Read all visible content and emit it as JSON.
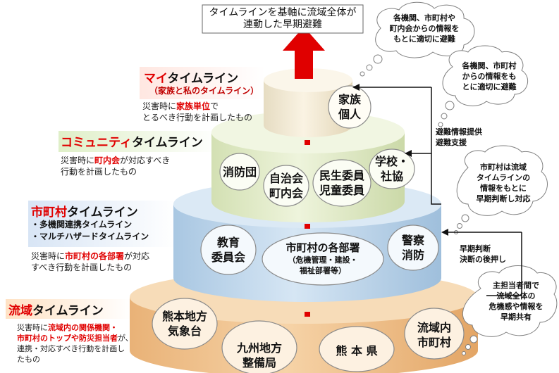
{
  "colors": {
    "red": "#e00000",
    "tier1": "#f3ead7",
    "tier2": "#e7efcf",
    "tier3": "#c6dcef",
    "tier4": "#f2c892",
    "oval_border": "#7a7a7a"
  },
  "top_banner": {
    "line1": "タイムラインを基軸に流域全体が",
    "line2": "連動した早期避難"
  },
  "clouds": {
    "top": {
      "l1": "各機関、市町村や",
      "l2": "町内会からの情報を",
      "l3": "もとに適切に避難"
    },
    "upper": {
      "l1": "各機関、市町村",
      "l2": "からの情報をも",
      "l3": "とに適切に避難"
    },
    "middle": {
      "l1": "市町村は流域",
      "l2": "タイムラインの",
      "l3": "情報をもとに",
      "l4": "早期判断し対応"
    },
    "bottom": {
      "l1": "主担当者間で",
      "l2": "流域全体の",
      "l3": "危機感や情報を",
      "l4": "早期共有"
    }
  },
  "arrow_notes": {
    "evac": {
      "l1": "避難情報提供",
      "l2": "避難支援"
    },
    "early": {
      "l1": "早期判断",
      "l2": "決断の後押し"
    }
  },
  "tiers": {
    "my": {
      "title_a": "マイ",
      "title_b": "タイムライン",
      "subtitle": "（家族と私のタイムライン）",
      "desc_a": "災害時に",
      "desc_hl": "家族単位",
      "desc_b": "で",
      "desc_l2": "とるべき行動を計画したもの",
      "oval": {
        "l1": "家族",
        "l2": "個人"
      }
    },
    "community": {
      "title_a": "コミュニティ",
      "title_b": "タイムライン",
      "desc_a": "災害時に",
      "desc_hl": "町内会",
      "desc_b": "が対応すべき",
      "desc_l2": "行動を計画したもの",
      "ovals": {
        "fire": "消防団",
        "jichi_1": "自治会",
        "jichi_2": "町内会",
        "minsei_1": "民生委員",
        "minsei_2": "児童委員",
        "school_1": "学校・",
        "school_2": "社協"
      }
    },
    "municipal": {
      "title_a": "市町村",
      "title_b": "タイムライン",
      "bullet1": "・多機関連携タイムライン",
      "bullet2": "・マルチハザードタイムライン",
      "desc_a": "災害時に",
      "desc_hl": "市町村の各部署",
      "desc_b": "が対応",
      "desc_l2": "すべき行動を計画したもの",
      "ovals": {
        "edu_1": "教育",
        "edu_2": "委員会",
        "dept_1": "市町村の各部署",
        "dept_2": "（危機管理・建設・",
        "dept_3": "福祉部署等）",
        "police_1": "警察",
        "police_2": "消防"
      }
    },
    "basin": {
      "title_a": "流域",
      "title_b": "タイムライン",
      "desc_a": "災害時に",
      "desc_hl1": "流域内の関係機関・",
      "desc_hl2": "市町村のトップや防災担当者",
      "desc_b": "が、",
      "desc_l3": "連携・対応すべき行動を計画し",
      "desc_l4": "たもの",
      "ovals": {
        "kishou_1": "熊本地方",
        "kishou_2": "気象台",
        "seibi_1": "九州地方",
        "seibi_2": "整備局",
        "pref": "熊 本 県",
        "town_1": "流域内",
        "town_2": "市町村"
      }
    }
  }
}
